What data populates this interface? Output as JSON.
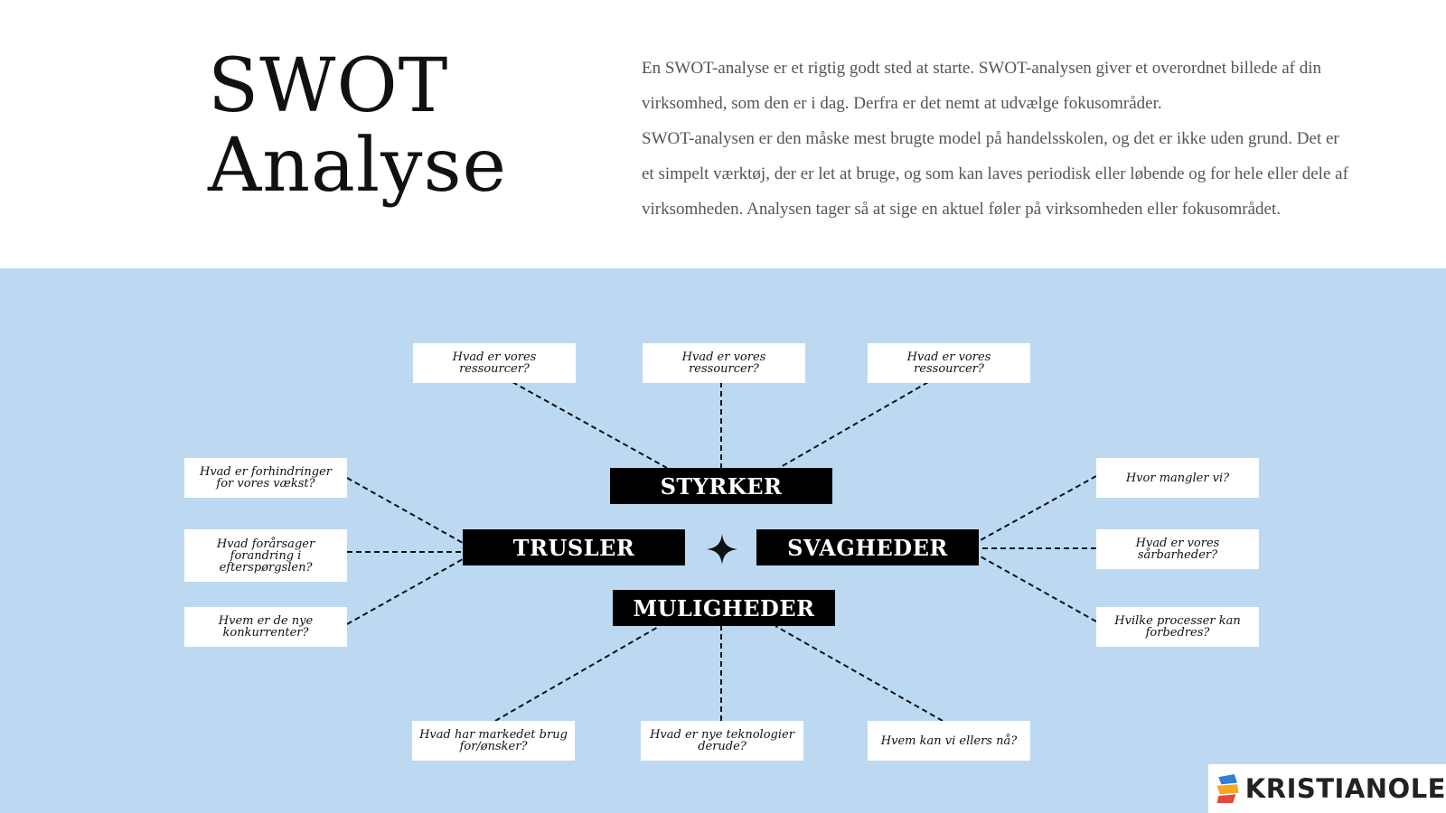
{
  "header": {
    "title_line1": "SWOT",
    "title_line2": "Analyse",
    "paragraph1": "En SWOT-analyse er et rigtig godt sted at starte. SWOT-analysen giver et overordnet billede af din virksomhed, som den er i dag. Derfra er det nemt at udvælge fokusområder.",
    "paragraph2": "SWOT-analysen er den måske mest brugte model på handelsskolen, og det er ikke uden grund. Det er et simpelt værktøj, der er let at bruge, og som kan laves periodisk eller løbende og for hele eller dele af virksomheden. Analysen tager så at sige en aktuel føler på virksomheden eller fokusområdet."
  },
  "diagram": {
    "labels": {
      "styrker": "STYRKER",
      "trusler": "TRUSLER",
      "svagheder": "SVAGHEDER",
      "muligheder": "MULIGHEDER"
    },
    "styrker_questions": [
      "Hvad er vores ressourcer?",
      "Hvad er vores ressourcer?",
      "Hvad er vores ressourcer?"
    ],
    "trusler_questions": [
      "Hvad er forhindringer for vores vækst?",
      "Hvad forårsager forandring i efterspørgslen?",
      "Hvem er de nye konkurrenter?"
    ],
    "svagheder_questions": [
      "Hvor mangler vi?",
      "Hvad er vores sårbarheder?",
      "Hvilke processer kan forbedres?"
    ],
    "muligheder_questions": [
      "Hvad har markedet brug for/ønsker?",
      "Hvad er nye teknologier derude?",
      "Hvem kan vi ellers nå?"
    ],
    "line_color": "#111111",
    "background_color": "#bdd9f1"
  },
  "logo": {
    "text": "KRISTIANOLE",
    "colors": [
      "#f5a623",
      "#e8483b",
      "#2f7fd8"
    ]
  }
}
